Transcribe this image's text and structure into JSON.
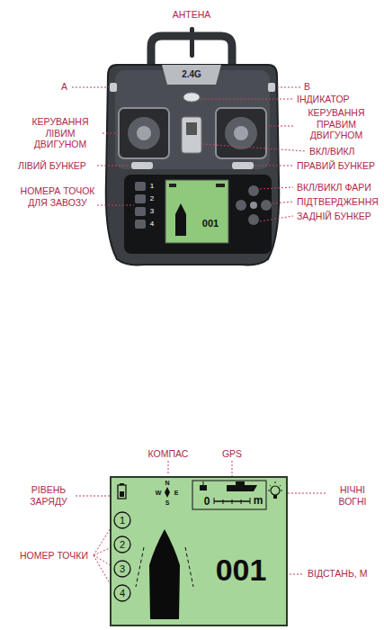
{
  "diagram": {
    "labels": [
      "АНТЕНА",
      "A",
      "B",
      "2.4G",
      "ІНДИКАТОР",
      "КЕРУВАННЯ ЛІВИМ ДВИГУНОМ",
      "КЕРУВАННЯ ПРАВИМ ДВИГУНОМ",
      "ВКЛ/ВИКЛ",
      "ЛІВИЙ БУНКЕР",
      "ПРАВИЙ БУНКЕР",
      "НОМЕРА ТОЧОК ДЛЯ ЗАВОЗУ",
      "1",
      "2",
      "3",
      "4",
      "001",
      "ВКЛ/ВИКЛ ФАРИ",
      "ПІДТВЕРДЖЕННЯ",
      "ЗАДНІЙ БУНКЕР",
      "КОМПАС",
      "GPS",
      "РІВЕНЬ ЗАРЯДУ",
      "НІЧНІ ВОГНІ",
      "N",
      "W",
      "E",
      "S",
      "0",
      "m",
      "1",
      "2",
      "3",
      "4",
      "НОМЕР ТОЧКИ",
      "001",
      "ВІДСТАНЬ, М"
    ]
  }
}
